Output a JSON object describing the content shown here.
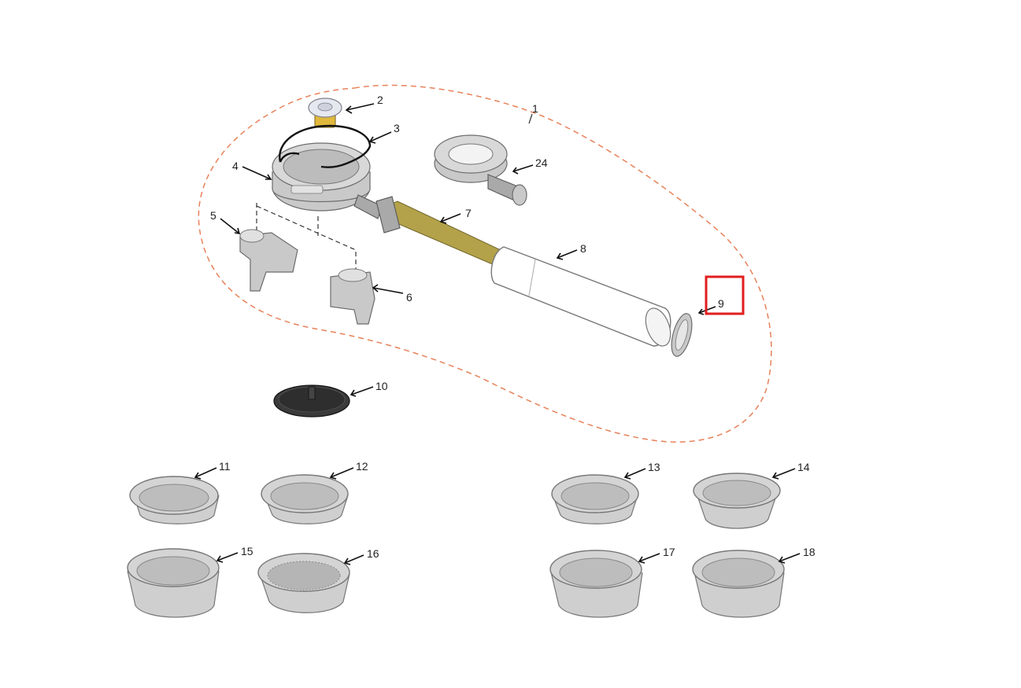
{
  "diagram": {
    "callouts": [
      "1",
      "2",
      "3",
      "4",
      "5",
      "6",
      "7",
      "8",
      "9",
      "10",
      "11",
      "12",
      "13",
      "14",
      "15",
      "16",
      "17",
      "18",
      "24"
    ],
    "highlighted_callout": "9",
    "colors": {
      "boundary": "#e8825a",
      "highlight": "#e01e1e",
      "shaft": "#b3a24a",
      "handle": "#ffffff",
      "metal": "#c9c9c9",
      "gasket": "#2e2e2e",
      "spout_yellow": "#e0b93c"
    }
  }
}
